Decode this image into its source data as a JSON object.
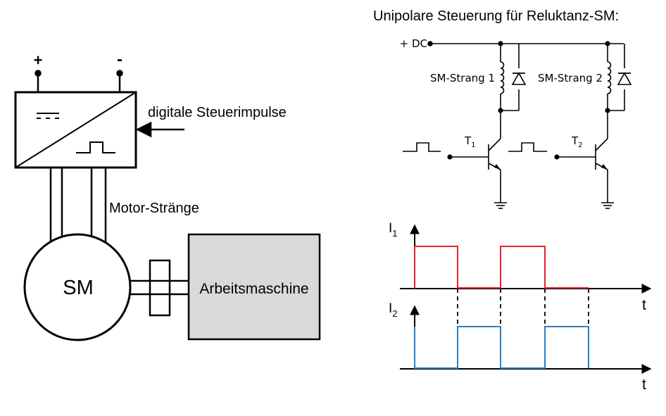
{
  "left": {
    "plus": "+",
    "minus": "-",
    "dc_symbol": "---",
    "input_label": "digitale Steuerimpulse",
    "strands_label": "Motor-Stränge",
    "motor_label": "SM",
    "load_label": "Arbeitsmaschine"
  },
  "right": {
    "title": "Unipolare Steuerung für Reluktanz-SM:",
    "dc_label": "+ DC",
    "strand1_label": "SM-Strang 1",
    "strand2_label": "SM-Strang 2",
    "t1": {
      "main": "T",
      "sub": "1"
    },
    "t2": {
      "main": "T",
      "sub": "2"
    },
    "i1": {
      "main": "I",
      "sub": "1"
    },
    "i2": {
      "main": "I",
      "sub": "2"
    },
    "t_axis1": "t",
    "t_axis2": "t"
  },
  "colors": {
    "i1": "#e8202c",
    "i2": "#2f7fc1",
    "load_fill": "#d9d9d9"
  }
}
